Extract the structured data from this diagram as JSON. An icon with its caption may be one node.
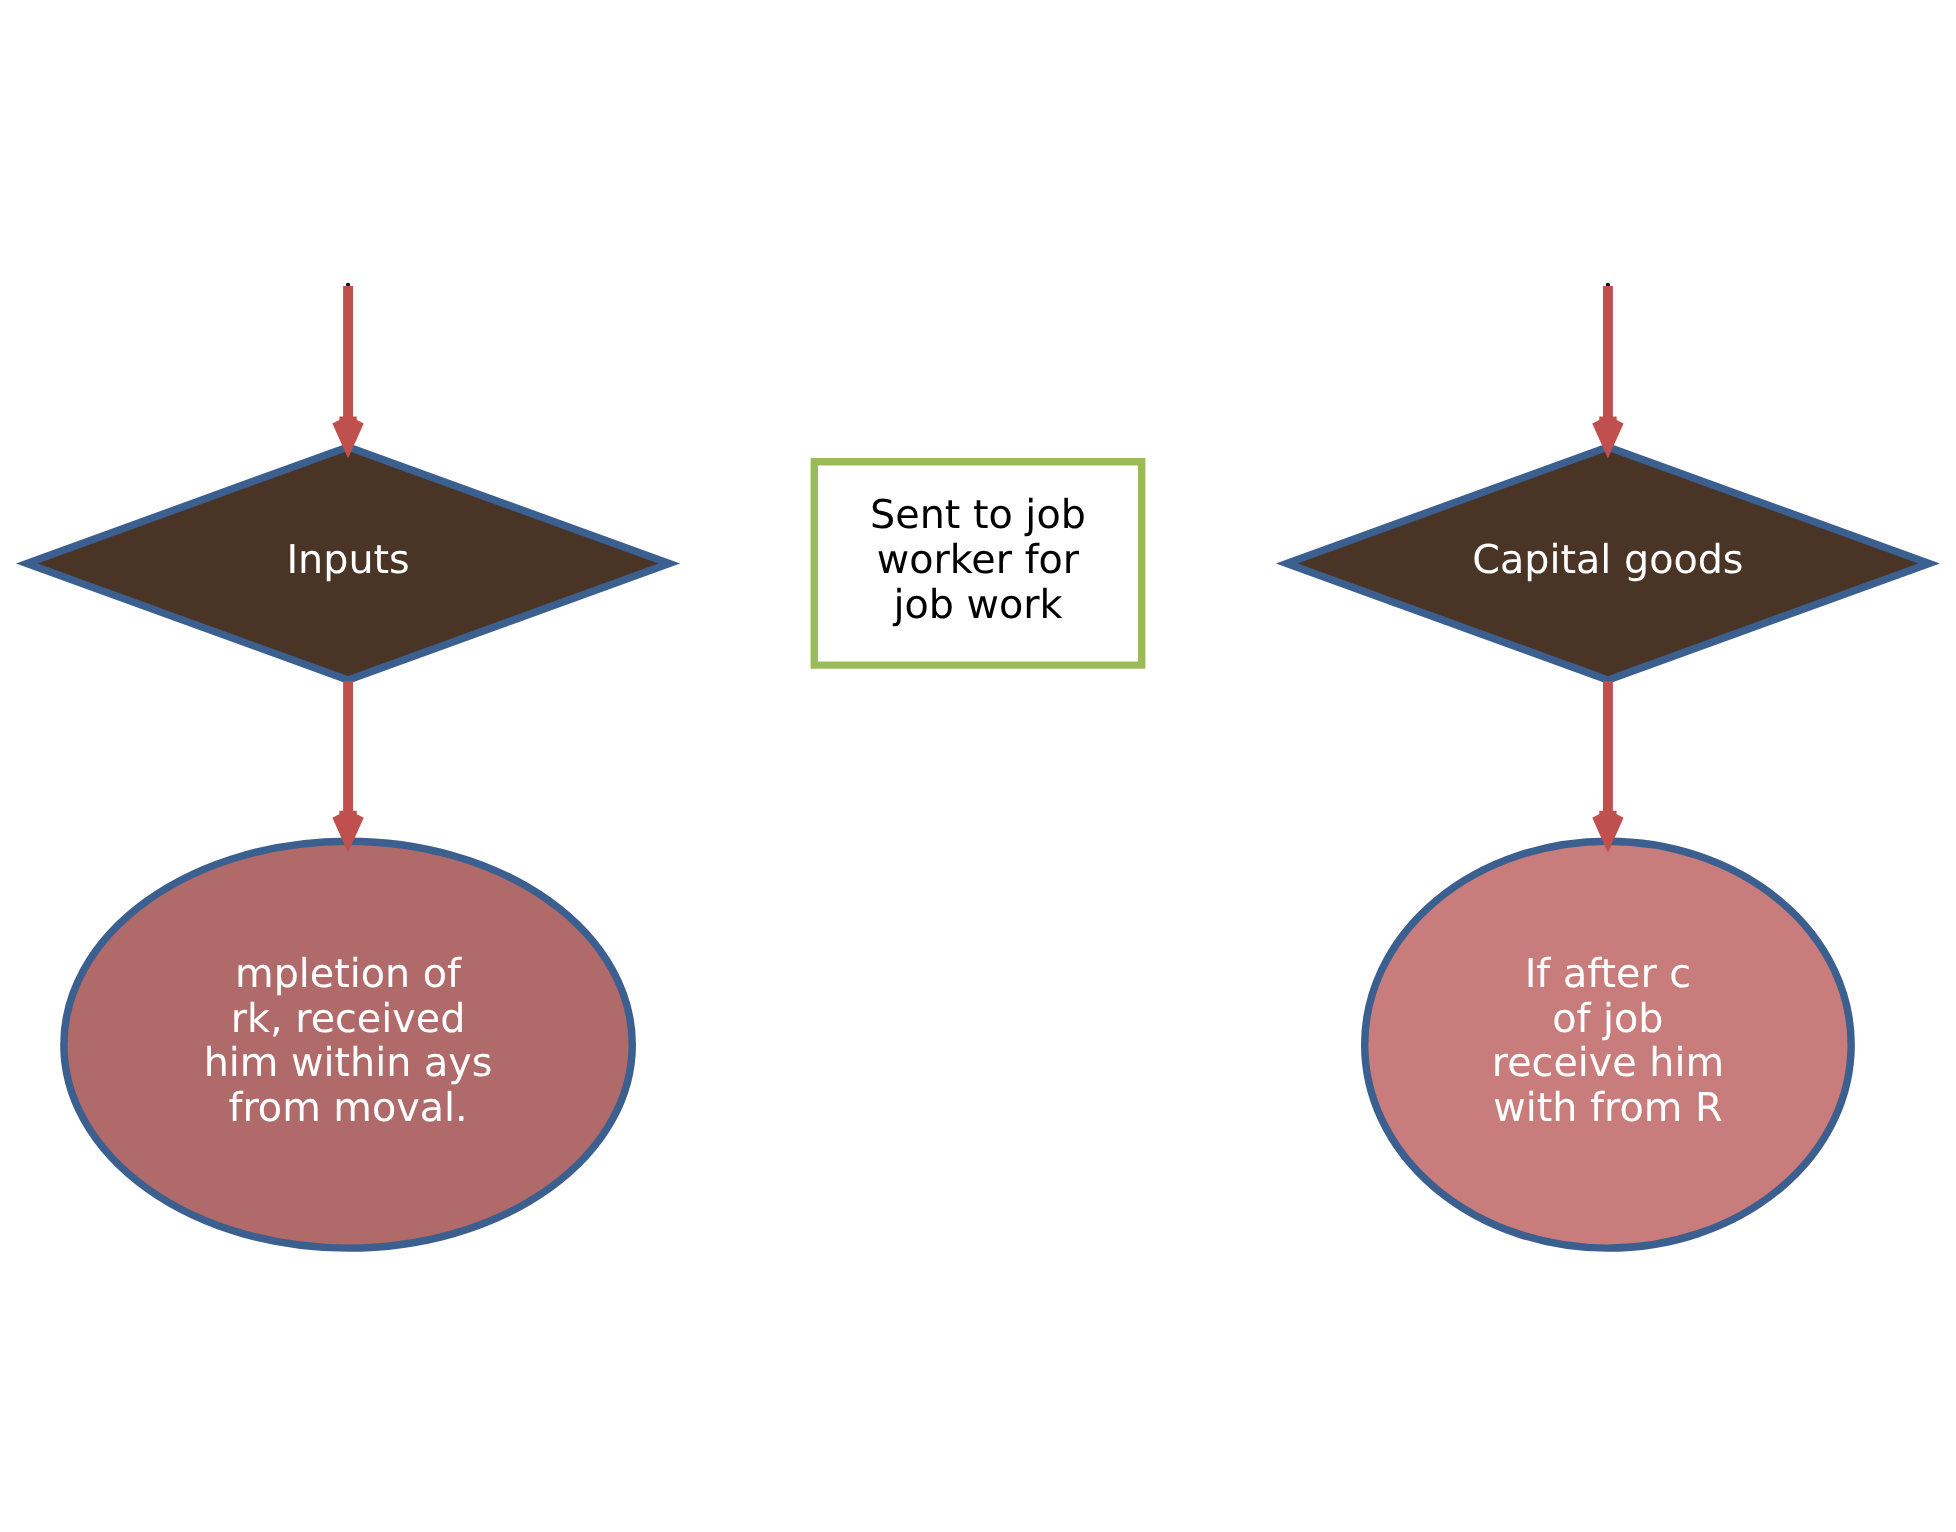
{
  "diagram": {
    "nodes": [
      {
        "text": [
          "Inputs"
        ]
      },
      {
        "text": [
          "Capital goods"
        ]
      },
      {
        "text": [
          "Sent to job worker for job work"
        ]
      },
      {
        "text": [
          "mpletion of rk, received him within ays from moval."
        ]
      },
      {
        "text": [
          "If after c of job receive him with from R"
        ]
      }
    ],
    "edges": [
      {
        "from": null,
        "to": 0,
        "arrow": "to"
      },
      {
        "from": null,
        "to": 1,
        "arrow": "to"
      },
      {
        "from": 0,
        "to": 3,
        "arrow": "to"
      },
      {
        "from": 1,
        "to": 4,
        "arrow": "to"
      }
    ]
  }
}
